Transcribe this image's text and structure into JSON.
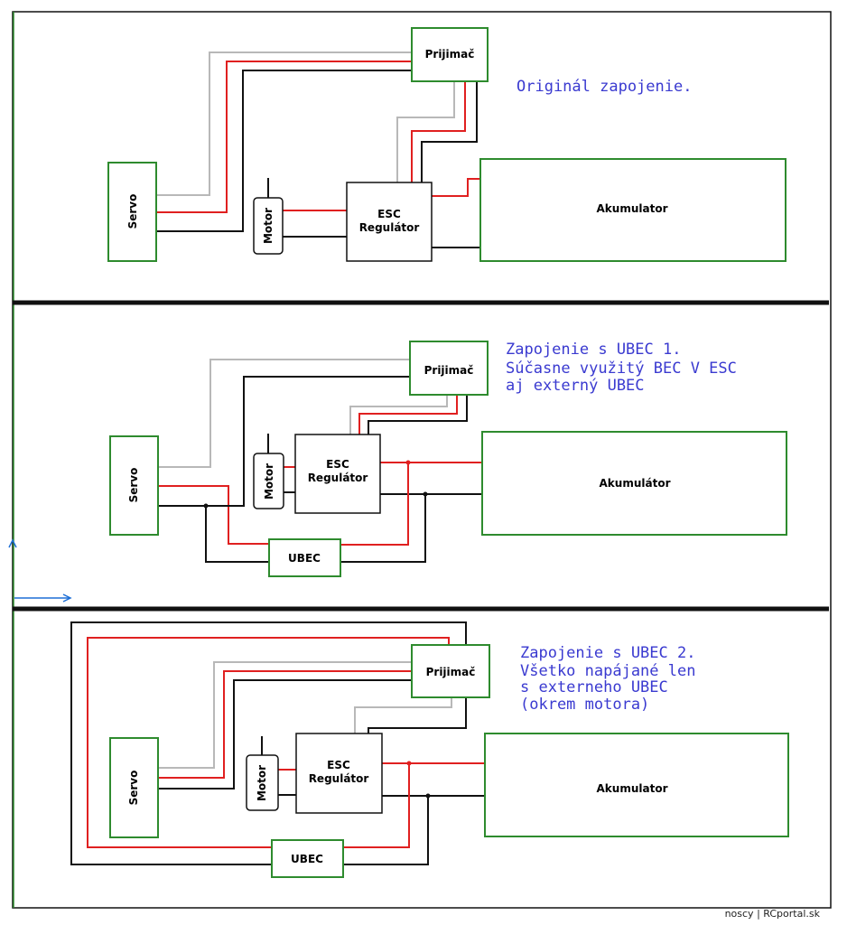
{
  "colors": {
    "box_stroke": "#2e8b2e",
    "wire_red": "#e02020",
    "wire_black": "#111111",
    "wire_grey": "#b8b8b8",
    "note_text": "#3a3ad0",
    "arrow": "#1e6fd6"
  },
  "panels": [
    {
      "note_lines": [
        "Originál zapojenie."
      ],
      "labels": {
        "receiver": "Prijimač",
        "servo": "Servo",
        "motor": "Motor",
        "esc_line1": "ESC",
        "esc_line2": "Regulátor",
        "battery": "Akumulator"
      }
    },
    {
      "note_lines": [
        "Zapojenie s UBEC 1.",
        "Súčasne využitý BEC V ESC",
        "aj externý UBEC"
      ],
      "labels": {
        "receiver": "Prijimač",
        "servo": "Servo",
        "motor": "Motor",
        "esc_line1": "ESC",
        "esc_line2": "Regulátor",
        "battery": "Akumulátor",
        "ubec": "UBEC"
      }
    },
    {
      "note_lines": [
        "Zapojenie s UBEC 2.",
        "Všetko napájané len",
        "s externeho UBEC",
        "(okrem motora)"
      ],
      "labels": {
        "receiver": "Prijimač",
        "servo": "Servo",
        "motor": "Motor",
        "esc_line1": "ESC",
        "esc_line2": "Regulátor",
        "battery": "Akumulator",
        "ubec": "UBEC"
      }
    }
  ],
  "credit": "noscy | RCportal.sk"
}
